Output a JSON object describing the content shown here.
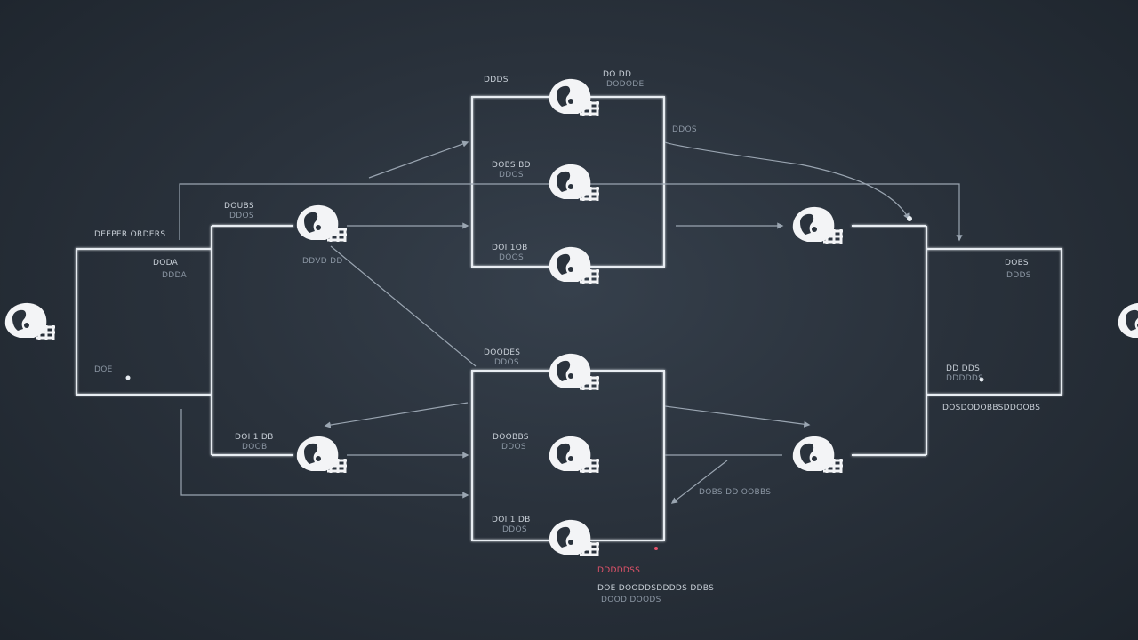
{
  "labels": {
    "top_left_a": "DEEPER ORDERS",
    "qf_top_score": "DOUBS",
    "qf_top_sub": "DDOS",
    "left_box_score": "DODA",
    "left_box_sub": "DDDA",
    "left_box_small": "DOE",
    "qf_bottom_score": "DOI 1 DB",
    "qf_bottom_sub": "DOOB",
    "semi_a_score": "DDDS",
    "semi_b_score": "DOBS BD",
    "semi_b_sub": "DDOS",
    "semi_c_score": "DOI 1OB",
    "semi_c_sub": "DOOS",
    "semi_d_score": "DOODES",
    "semi_d_sub": "DDOS",
    "semi_e_score": "DOOBBS",
    "semi_e_sub": "DDOS",
    "semi_f_score": "DOI 1 DB",
    "semi_f_sub": "DDOS",
    "final_score": "DO DD",
    "final_sub": "DODODE",
    "right_top_label": "DDOS",
    "right_box_score": "DOBS",
    "right_box_sub": "DDDS",
    "right_box_small": "DD DDS",
    "right_box_small2": "DDDDDS",
    "right_caption": "DOSDODOBBSDDOOBS",
    "bottom_right_caption": "DOBS DD OOBBS",
    "footer_red": "DDDDDSS",
    "footer_line1": "DOE DOODDSDDDDS DDBS",
    "footer_line2": "DOOD DOODS",
    "mid_tag": "DDVD DD"
  },
  "colors": {
    "line": "#e8edf2",
    "connector": "#9aa5b1",
    "accent": "#e5536b"
  },
  "icons": [
    "football-helmet-icon"
  ]
}
